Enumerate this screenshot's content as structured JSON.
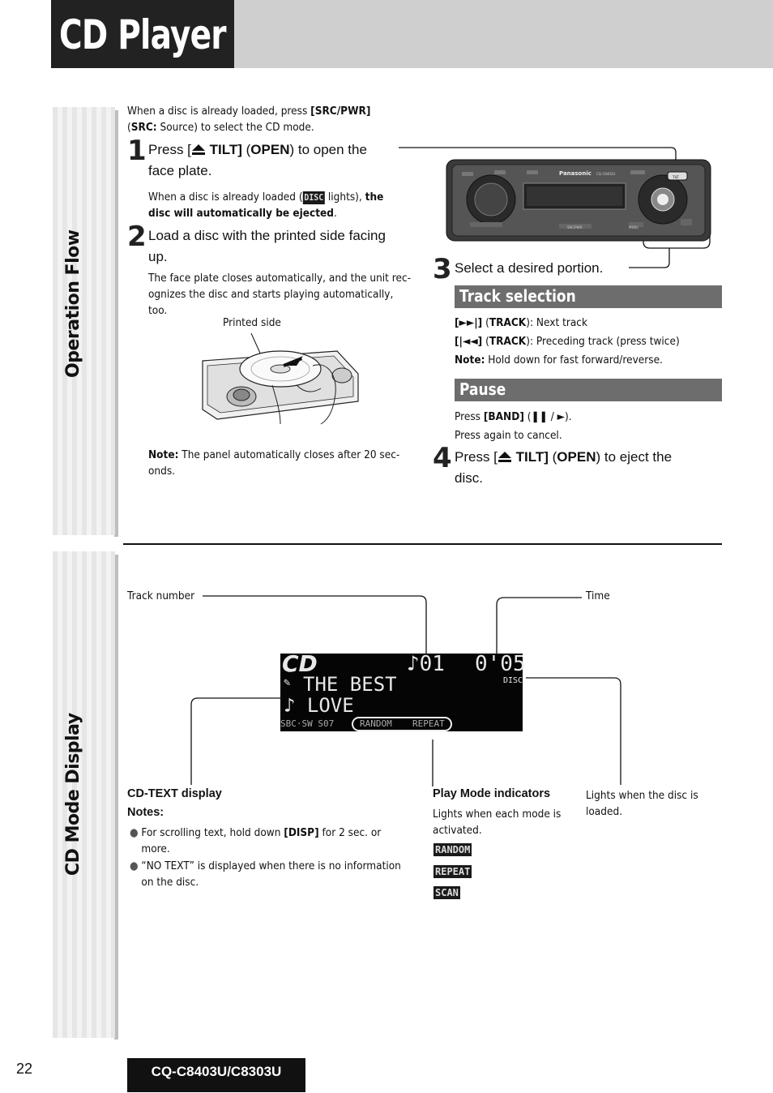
{
  "header": {
    "title": "CD Player"
  },
  "sidebar": {
    "tab1": "Operation Flow",
    "tab2": "CD Mode Display"
  },
  "intro": {
    "line1_pre": "When a disc is already loaded, press ",
    "line1_bold": "[SRC/PWR]",
    "line2_open": "(",
    "line2_bold": "SRC:",
    "line2_rest": " Source) to select the CD mode."
  },
  "step1": {
    "num": "1",
    "pre": "Press [",
    "bold": " TILT]",
    "mid": " (",
    "open": "OPEN",
    "post": ") to open the",
    "line2": "face plate.",
    "note_pre": "When a disc is already loaded (",
    "disc_badge": "DISC",
    "note_mid": " lights), ",
    "note_bold1": "the",
    "note_bold2": "disc will automatically be ejected",
    "note_end": "."
  },
  "step2": {
    "num": "2",
    "line1": "Load a disc with the printed side facing",
    "line2": "up.",
    "desc1": "The face plate closes automatically, and the unit rec-",
    "desc2": "ognizes the disc and starts playing automatically,",
    "desc3": "too.",
    "printed_side": "Printed side",
    "note_label": "Note:",
    "note_text": " The panel automatically closes after 20 sec-",
    "note_text2": "onds."
  },
  "step3": {
    "num": "3",
    "text": "Select a desired portion."
  },
  "track_selection": {
    "title": "Track selection",
    "next_btn": "[►►|]",
    "next_paren_open": " (",
    "next_bold": "TRACK",
    "next_text": "): Next track",
    "prev_btn": "[|◄◄]",
    "prev_paren_open": " (",
    "prev_bold": "TRACK",
    "prev_text": "): Preceding track (press twice)",
    "note_label": "Note:",
    "note_text": " Hold down for fast forward/reverse."
  },
  "pause": {
    "title": "Pause",
    "line1_pre": "Press ",
    "line1_bold": "[BAND]",
    "line1_sym": " (❚❚ / ►).",
    "line2": "Press again to cancel."
  },
  "step4": {
    "num": "4",
    "pre": "Press [",
    "bold": " TILT]",
    "mid": " (",
    "open": "OPEN",
    "post": ") to eject the",
    "line2": "disc."
  },
  "device": {
    "brand": "Panasonic",
    "model": "CQ-C8403U",
    "btn_src": "SRC/PWR",
    "btn_menu": "MENU",
    "btn_tilt": "TILT"
  },
  "display": {
    "track_number_label": "Track number",
    "time_label": "Time",
    "lcd_cd": "CD",
    "lcd_track": "♪01",
    "lcd_time": "0'05",
    "lcd_disc": "DISC",
    "lcd_line1": "THE  BEST",
    "lcd_line2": "♪ LOVE",
    "lcd_bottom_left": "SBC·SW  S07",
    "lcd_random": "RANDOM",
    "lcd_repeat": "REPEAT",
    "cdtext_title": "CD-TEXT display",
    "notes_title": "Notes:",
    "note1_pre": "For scrolling text, hold down ",
    "note1_bold": "[DISP]",
    "note1_post": " for 2 sec. or",
    "note1_line2": "more.",
    "note2_line1": "“NO TEXT” is displayed when there is no information",
    "note2_line2": "on the disc.",
    "play_mode_title": "Play Mode indicators",
    "play_mode_desc1": "Lights when each mode is",
    "play_mode_desc2": "activated.",
    "ind_random": "RANDOM",
    "ind_repeat": "REPEAT",
    "ind_scan": "SCAN",
    "disc_desc1": "Lights when the disc is",
    "disc_desc2": "loaded."
  },
  "footer": {
    "page": "22",
    "model": "CQ-C8403U/C8303U"
  }
}
